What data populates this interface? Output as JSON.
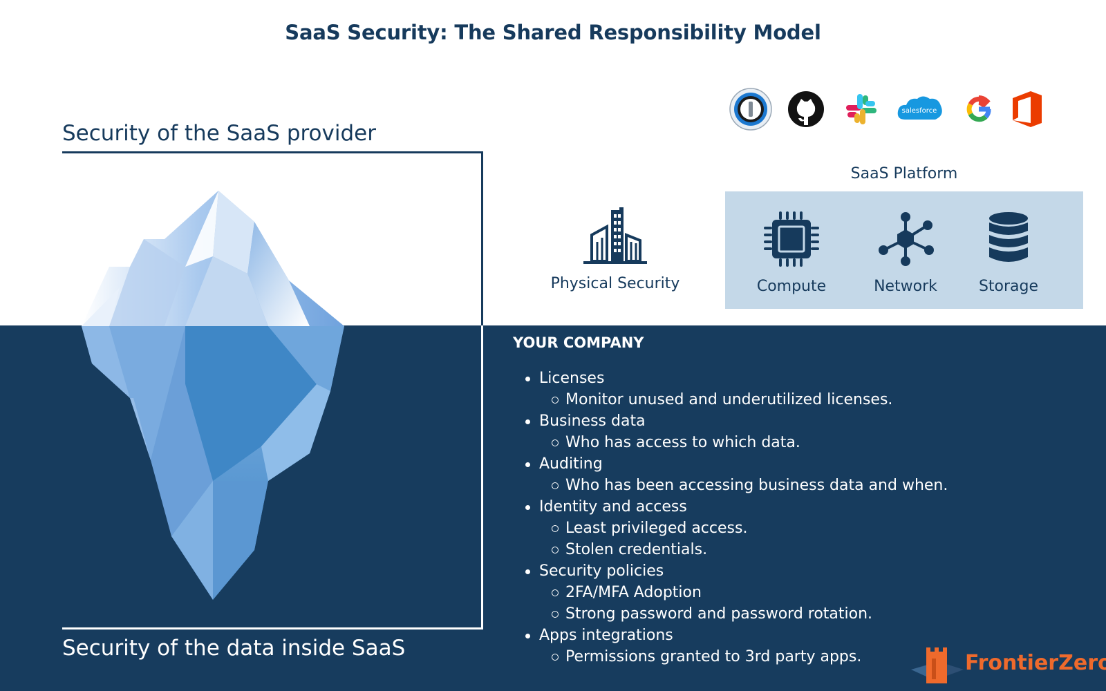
{
  "title": "SaaS Security: The Shared Responsibility Model",
  "provider_heading": "Security of the SaaS provider",
  "data_heading": "Security of the data inside SaaS",
  "apps": [
    {
      "name": "1password-icon"
    },
    {
      "name": "github-icon"
    },
    {
      "name": "slack-icon"
    },
    {
      "name": "salesforce-icon",
      "text": "salesforce"
    },
    {
      "name": "google-icon"
    },
    {
      "name": "office-icon"
    }
  ],
  "platform": {
    "label": "SaaS Platform",
    "items": [
      {
        "label": "Compute",
        "icon": "cpu-chip-icon"
      },
      {
        "label": "Network",
        "icon": "network-icon"
      },
      {
        "label": "Storage",
        "icon": "database-icon"
      }
    ]
  },
  "physical": {
    "label": "Physical Security",
    "icon": "buildings-icon"
  },
  "company": {
    "heading": "YOUR COMPANY",
    "items": [
      {
        "label": "Licenses",
        "subs": [
          "Monitor unused and underutilized licenses."
        ]
      },
      {
        "label": "Business data",
        "subs": [
          "Who has access to which data."
        ]
      },
      {
        "label": "Auditing",
        "subs": [
          "Who has been accessing business data and when."
        ]
      },
      {
        "label": "Identity and access",
        "subs": [
          "Least privileged access.",
          "Stolen credentials."
        ]
      },
      {
        "label": "Security policies",
        "subs": [
          "2FA/MFA Adoption",
          "Strong password and password rotation."
        ]
      },
      {
        "label": "Apps integrations",
        "subs": [
          "Permissions granted to 3rd party apps."
        ]
      }
    ]
  },
  "brand": {
    "name": "FrontierZero",
    "color": "#ef6a2c"
  },
  "colors": {
    "navy": "#173c5e",
    "platform_bg": "#c4d8e8",
    "ice_light": "#9cc3ec",
    "ice_dark": "#3f87c6"
  }
}
